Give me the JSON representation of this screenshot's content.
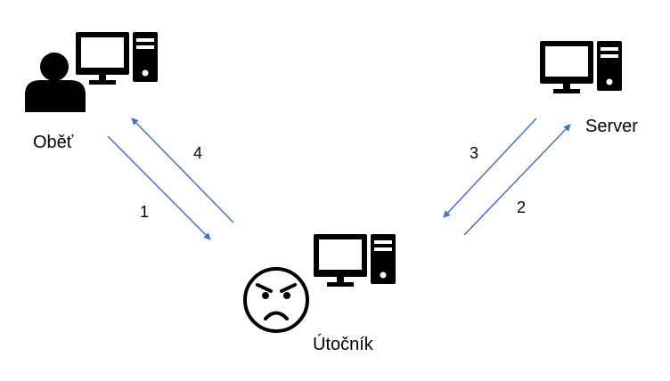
{
  "nodes": {
    "victim": {
      "label": "Oběť",
      "icons": [
        "person-icon",
        "computer-icon"
      ]
    },
    "server": {
      "label": "Server",
      "icons": [
        "computer-icon"
      ]
    },
    "attacker": {
      "label": "Útočník",
      "icons": [
        "angry-face-icon",
        "computer-icon"
      ]
    }
  },
  "arrows": [
    {
      "label": "1",
      "from": "victim",
      "to": "attacker"
    },
    {
      "label": "2",
      "from": "attacker",
      "to": "server"
    },
    {
      "label": "3",
      "from": "server",
      "to": "attacker"
    },
    {
      "label": "4",
      "from": "attacker",
      "to": "victim"
    }
  ],
  "colors": {
    "arrow": "#4472C4",
    "icon": "#000000",
    "background": "#FFFFFF"
  }
}
